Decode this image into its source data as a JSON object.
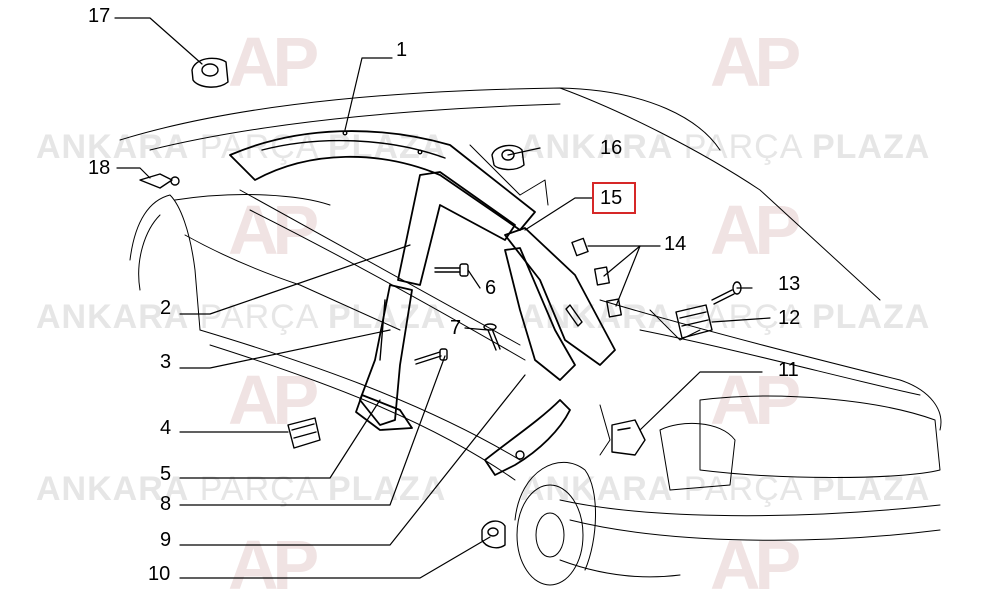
{
  "watermark": {
    "word1": "ANKARA",
    "word2": "PARÇA",
    "word3": "PLAZA",
    "logo_text": "AP"
  },
  "callouts": {
    "c1": "1",
    "c2": "2",
    "c3": "3",
    "c4": "4",
    "c5": "5",
    "c6": "6",
    "c7": "7",
    "c8": "8",
    "c9": "9",
    "c10": "10",
    "c11": "11",
    "c12": "12",
    "c13": "13",
    "c14": "14",
    "c15": "15",
    "c16": "16",
    "c17": "17",
    "c18": "18"
  },
  "colors": {
    "line": "#000000",
    "highlight": "#d62828",
    "watermark": "#e6e6e6"
  },
  "highlighted_part": "15"
}
